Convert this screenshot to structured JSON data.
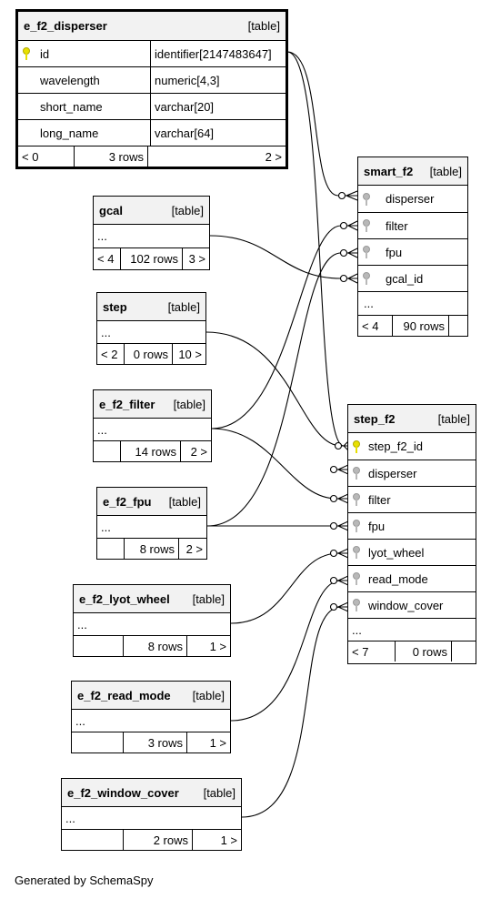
{
  "tables": {
    "e_f2_disperser": {
      "name": "e_f2_disperser",
      "kind": "[table]",
      "columns": [
        {
          "name": "id",
          "type": "identifier[2147483647]"
        },
        {
          "name": "wavelength",
          "type": "numeric[4,3]"
        },
        {
          "name": "short_name",
          "type": "varchar[20]"
        },
        {
          "name": "long_name",
          "type": "varchar[64]"
        }
      ],
      "footer": {
        "left": "< 0",
        "rows": "3 rows",
        "right": "2 >"
      }
    },
    "smart_f2": {
      "name": "smart_f2",
      "kind": "[table]",
      "columns": [
        "disperser",
        "filter",
        "fpu",
        "gcal_id"
      ],
      "more": "...",
      "footer": {
        "left": "< 4",
        "rows": "90 rows",
        "right": ""
      }
    },
    "gcal": {
      "name": "gcal",
      "kind": "[table]",
      "more": "...",
      "footer": {
        "left": "< 4",
        "rows": "102 rows",
        "right": "3 >"
      }
    },
    "step": {
      "name": "step",
      "kind": "[table]",
      "more": "...",
      "footer": {
        "left": "< 2",
        "rows": "0 rows",
        "right": "10 >"
      }
    },
    "e_f2_filter": {
      "name": "e_f2_filter",
      "kind": "[table]",
      "more": "...",
      "footer": {
        "left": "",
        "rows": "14 rows",
        "right": "2 >"
      }
    },
    "e_f2_fpu": {
      "name": "e_f2_fpu",
      "kind": "[table]",
      "more": "...",
      "footer": {
        "left": "",
        "rows": "8 rows",
        "right": "2 >"
      }
    },
    "step_f2": {
      "name": "step_f2",
      "kind": "[table]",
      "columns": [
        "step_f2_id",
        "disperser",
        "filter",
        "fpu",
        "lyot_wheel",
        "read_mode",
        "window_cover"
      ],
      "more": "...",
      "footer": {
        "left": "< 7",
        "rows": "0 rows",
        "right": ""
      }
    },
    "e_f2_lyot_wheel": {
      "name": "e_f2_lyot_wheel",
      "kind": "[table]",
      "more": "...",
      "footer": {
        "left": "",
        "rows": "8 rows",
        "right": "1 >"
      }
    },
    "e_f2_read_mode": {
      "name": "e_f2_read_mode",
      "kind": "[table]",
      "more": "...",
      "footer": {
        "left": "",
        "rows": "3 rows",
        "right": "1 >"
      }
    },
    "e_f2_window_cover": {
      "name": "e_f2_window_cover",
      "kind": "[table]",
      "more": "...",
      "footer": {
        "left": "",
        "rows": "2 rows",
        "right": "1 >"
      }
    }
  },
  "generated_by": "Generated by SchemaSpy",
  "colors": {
    "primary_key": "#e8e000",
    "foreign_key": "#b8b8b8",
    "header_bg": "#f2f2f2"
  }
}
